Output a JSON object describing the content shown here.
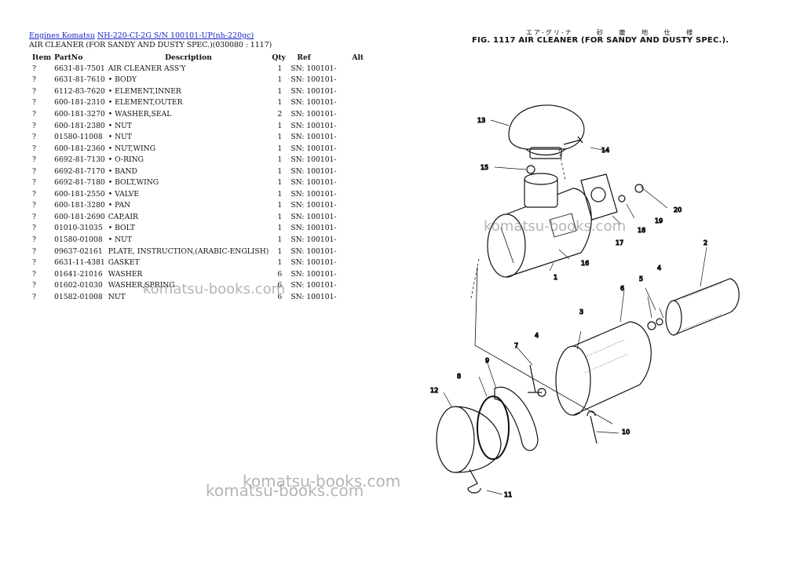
{
  "breadcrumb": {
    "link1": "Engines Komatsu",
    "link2": "NH-220-CI-2G S/N 100101-UP(nh-220gc)"
  },
  "subtitle": "AIR CLEANER (FOR SANDY AND DUSTY SPEC.)(030080 : 1117)",
  "table": {
    "headers": {
      "item": "Item",
      "partno": "PartNo",
      "description": "Description",
      "qty": "Qty",
      "ref": "Ref",
      "alt": "Alt"
    },
    "rows": [
      {
        "item": "?",
        "partno": "6631-81-7501",
        "desc": "AIR CLEANER ASS'Y",
        "qty": "1",
        "ref": "SN: 100101-"
      },
      {
        "item": "?",
        "partno": "6631-81-7610",
        "desc": "• BODY",
        "qty": "1",
        "ref": "SN: 100101-"
      },
      {
        "item": "?",
        "partno": "6112-83-7620",
        "desc": "• ELEMENT,INNER",
        "qty": "1",
        "ref": "SN: 100101-"
      },
      {
        "item": "?",
        "partno": "600-181-2310",
        "desc": "• ELEMENT,OUTER",
        "qty": "1",
        "ref": "SN: 100101-"
      },
      {
        "item": "?",
        "partno": "600-181-3270",
        "desc": "• WASHER,SEAL",
        "qty": "2",
        "ref": "SN: 100101-"
      },
      {
        "item": "?",
        "partno": "600-181-2380",
        "desc": "• NUT",
        "qty": "1",
        "ref": "SN: 100101-"
      },
      {
        "item": "?",
        "partno": "01580-11008",
        "desc": "• NUT",
        "qty": "1",
        "ref": "SN: 100101-"
      },
      {
        "item": "?",
        "partno": "600-181-2360",
        "desc": "• NUT,WING",
        "qty": "1",
        "ref": "SN: 100101-"
      },
      {
        "item": "?",
        "partno": "6692-81-7130",
        "desc": "• O-RING",
        "qty": "1",
        "ref": "SN: 100101-"
      },
      {
        "item": "?",
        "partno": "6692-81-7170",
        "desc": "• BAND",
        "qty": "1",
        "ref": "SN: 100101-"
      },
      {
        "item": "?",
        "partno": "6692-81-7180",
        "desc": "• BOLT,WING",
        "qty": "1",
        "ref": "SN: 100101-"
      },
      {
        "item": "?",
        "partno": "600-181-2550",
        "desc": "• VALVE",
        "qty": "1",
        "ref": "SN: 100101-"
      },
      {
        "item": "?",
        "partno": "600-181-3280",
        "desc": "• PAN",
        "qty": "1",
        "ref": "SN: 100101-"
      },
      {
        "item": "?",
        "partno": "600-181-2690",
        "desc": "CAP,AIR",
        "qty": "1",
        "ref": "SN: 100101-"
      },
      {
        "item": "?",
        "partno": "01010-31035",
        "desc": "• BOLT",
        "qty": "1",
        "ref": "SN: 100101-"
      },
      {
        "item": "?",
        "partno": "01580-01008",
        "desc": "• NUT",
        "qty": "1",
        "ref": "SN: 100101-"
      },
      {
        "item": "?",
        "partno": "09637-02161",
        "desc": "PLATE, INSTRUCTION,(ARABIC-ENGLISH)",
        "qty": "1",
        "ref": "SN: 100101-"
      },
      {
        "item": "?",
        "partno": "6631-11-4381",
        "desc": "GASKET",
        "qty": "1",
        "ref": "SN: 100101-"
      },
      {
        "item": "?",
        "partno": "01641-21016",
        "desc": "WASHER",
        "qty": "6",
        "ref": "SN: 100101-"
      },
      {
        "item": "?",
        "partno": "01602-01030",
        "desc": "WASHER,SPRING",
        "qty": "6",
        "ref": "SN: 100101-"
      },
      {
        "item": "?",
        "partno": "01582-01008",
        "desc": "NUT",
        "qty": "6",
        "ref": "SN: 100101-"
      }
    ]
  },
  "figure": {
    "title": "FIG. 1117 AIR CLEANER (FOR SANDY AND DUSTY SPEC.).",
    "jp_left": "エア-グリ-ナ",
    "jp_right": "砂 塵 地 仕 様",
    "callouts": [
      "1",
      "2",
      "3",
      "4",
      "4",
      "5",
      "6",
      "7",
      "8",
      "9",
      "10",
      "11",
      "12",
      "13",
      "14",
      "15",
      "16",
      "17",
      "18",
      "19",
      "20"
    ]
  },
  "watermarks": [
    "komatsu-books.com",
    "komatsu-books.com",
    "komatsu-books.com",
    "komatsu-books.com"
  ]
}
